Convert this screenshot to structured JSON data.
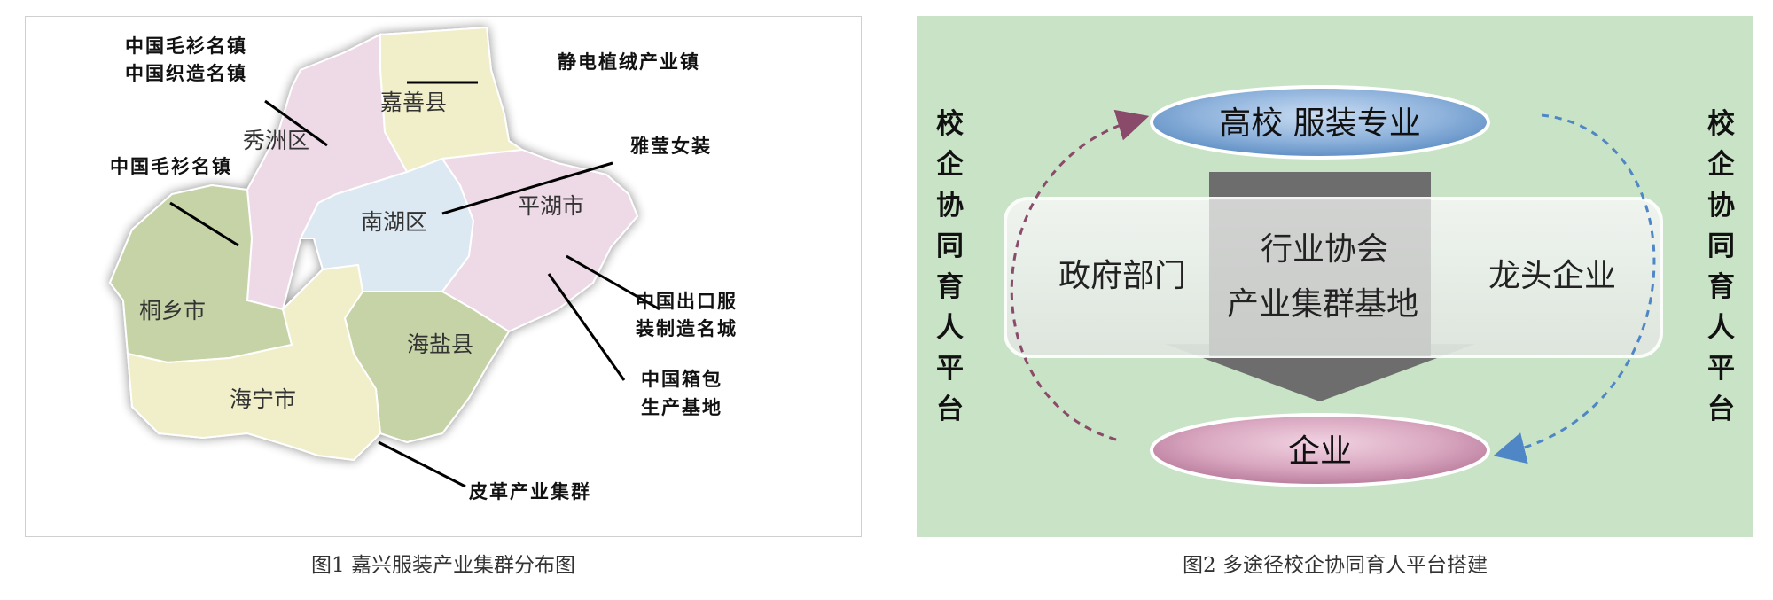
{
  "figure1": {
    "caption": "图1 嘉兴服装产业集群分布图",
    "regions": {
      "jiashan": "嘉善县",
      "xiuzhou": "秀洲区",
      "nanhu": "南湖区",
      "pinghu": "平湖市",
      "tongxiang": "桐乡市",
      "haiyan": "海盐县",
      "haining": "海宁市"
    },
    "annotations": {
      "top_left_line1": "中国毛衫名镇",
      "top_left_line2": "中国织造名镇",
      "left": "中国毛衫名镇",
      "top_right": "静电植绒产业镇",
      "yaying": "雅莹女装",
      "export_line1": "中国出口服",
      "export_line2": "装制造名城",
      "bags_line1": "中国箱包",
      "bags_line2": "生产基地",
      "leather": "皮革产业集群"
    },
    "colors": {
      "cream": "#f1efc9",
      "pink": "#eed9e6",
      "light_blue": "#dde9f2",
      "green": "#c5d3a6"
    }
  },
  "figure2": {
    "caption": "图2 多途径校企协同育人平台搭建",
    "top_oval": "高校  服装专业",
    "bottom_oval": "企业",
    "center_box": {
      "left": "政府部门",
      "middle_line1": "行业协会",
      "middle_line2": "产业集群基地",
      "right": "龙头企业"
    },
    "side_label_left": [
      "校",
      "企",
      "协",
      "同",
      "育",
      "人",
      "平",
      "台"
    ],
    "side_label_right": [
      "校",
      "企",
      "协",
      "同",
      "育",
      "人",
      "平",
      "台"
    ],
    "colors": {
      "background": "#c9e3c6",
      "top_oval": "#8fb3dc",
      "bottom_oval": "#d9a7c0",
      "arrow": "#6d6d6d",
      "left_arrow": "#8a4a6a",
      "right_arrow": "#4f86c6"
    }
  }
}
